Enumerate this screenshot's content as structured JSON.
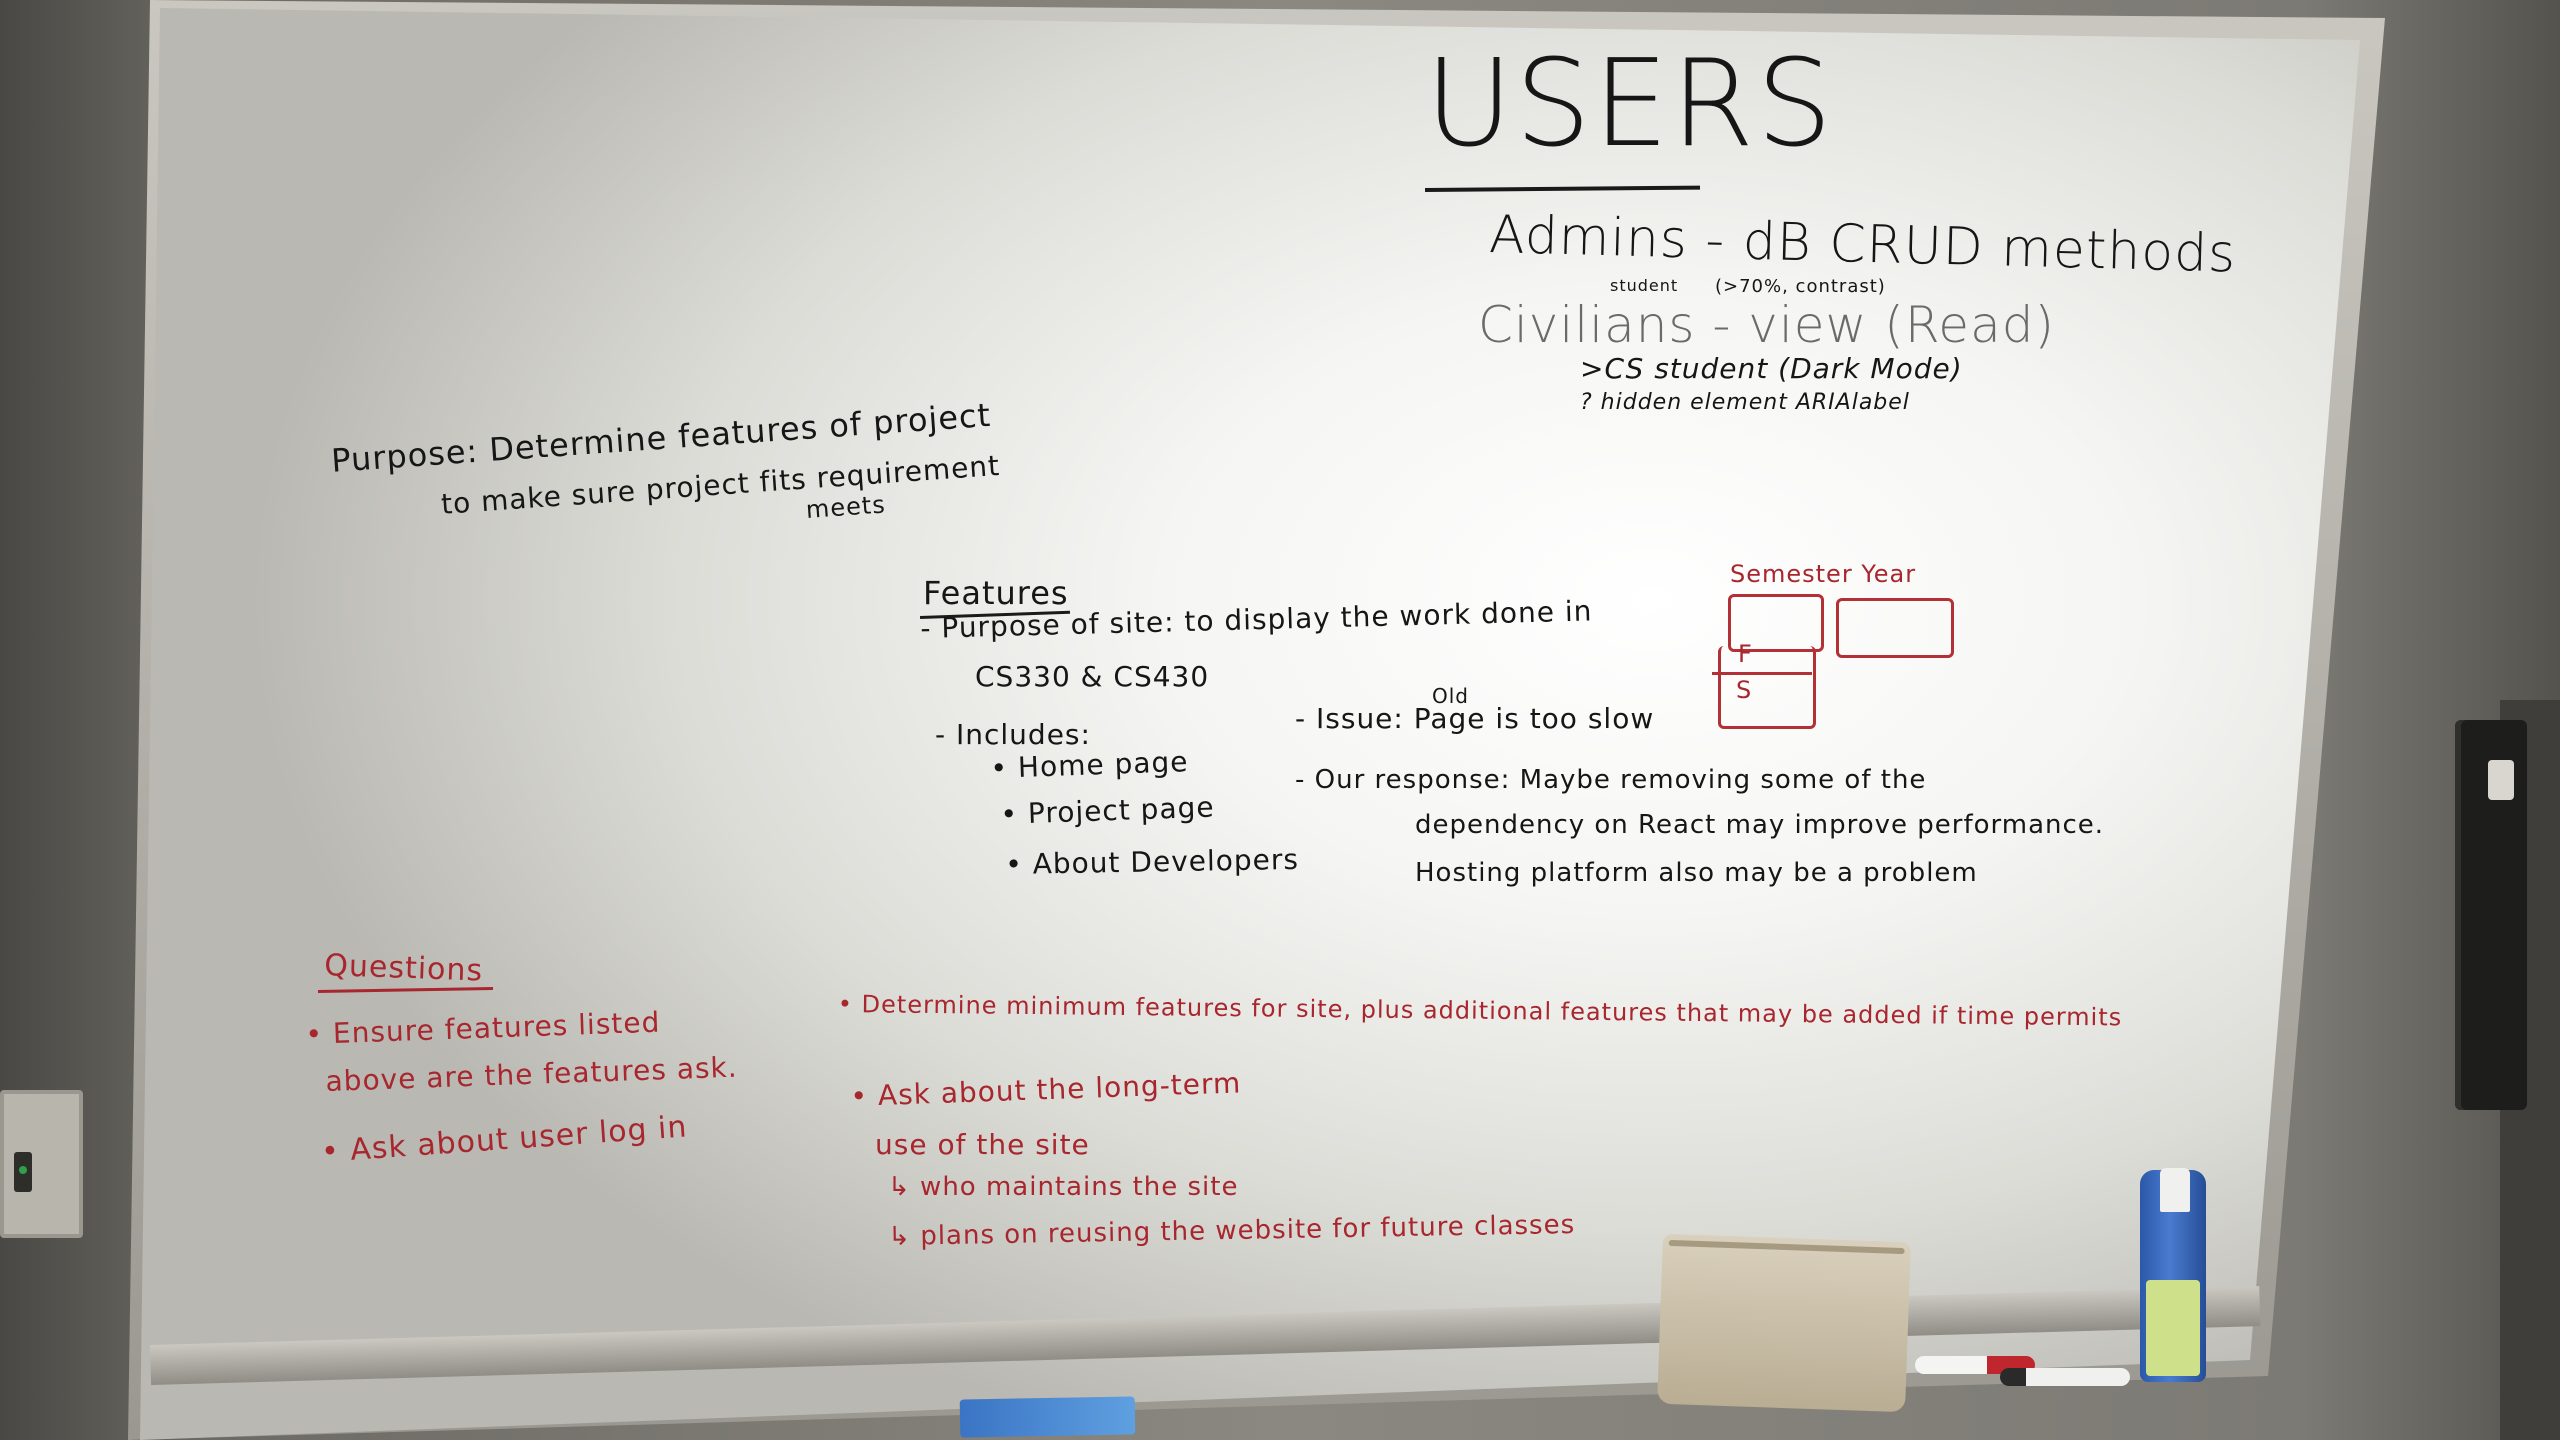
{
  "board": {
    "title": "USERS",
    "users": {
      "admins": "Admins - dB CRUD methods",
      "admins_note_left": "student",
      "admins_note_right": "(>70%, contrast)",
      "civilians": "Civilians - view (Read)",
      "cs_student": ">CS student (Dark Mode)",
      "hidden_element": "? hidden element ARIAlabel"
    },
    "purpose": {
      "line1": "Purpose: Determine features of project",
      "line2": "to make sure project fits requirement",
      "correction": "meets"
    },
    "features": {
      "heading": "Features",
      "site_purpose_1": "- Purpose of site: to display the work done in",
      "site_purpose_2": "CS330 & CS430",
      "includes": "- Includes:",
      "items": [
        "• Home page",
        "• Project page",
        "• About Developers"
      ],
      "issue_note": "Old",
      "issue": "- Issue: Page is too slow",
      "response_1": "- Our response: Maybe removing some of the",
      "response_2": "dependency on React may improve performance.",
      "response_3": "Hosting platform also may be a problem"
    },
    "semester_year": {
      "label": "Semester Year",
      "entries": [
        "F",
        "S"
      ]
    },
    "questions": {
      "heading": "Questions",
      "items": [
        "• Ensure features listed",
        "above are the features ask.",
        "• Ask about user log in"
      ]
    },
    "red_notes": {
      "minimum": "• Determine minimum features for site, plus additional features that may be added if time permits",
      "ask_long_term_1": "• Ask about the long-term",
      "ask_long_term_2": "use of the site",
      "maintain": "↳ who maintains the site",
      "reusing": "↳ plans on reusing the website for future classes"
    }
  },
  "colors": {
    "black_ink": "#161616",
    "red_ink": "#a8262d",
    "board_white": "#f5f5f3",
    "frame_grey": "#b0aea7"
  }
}
